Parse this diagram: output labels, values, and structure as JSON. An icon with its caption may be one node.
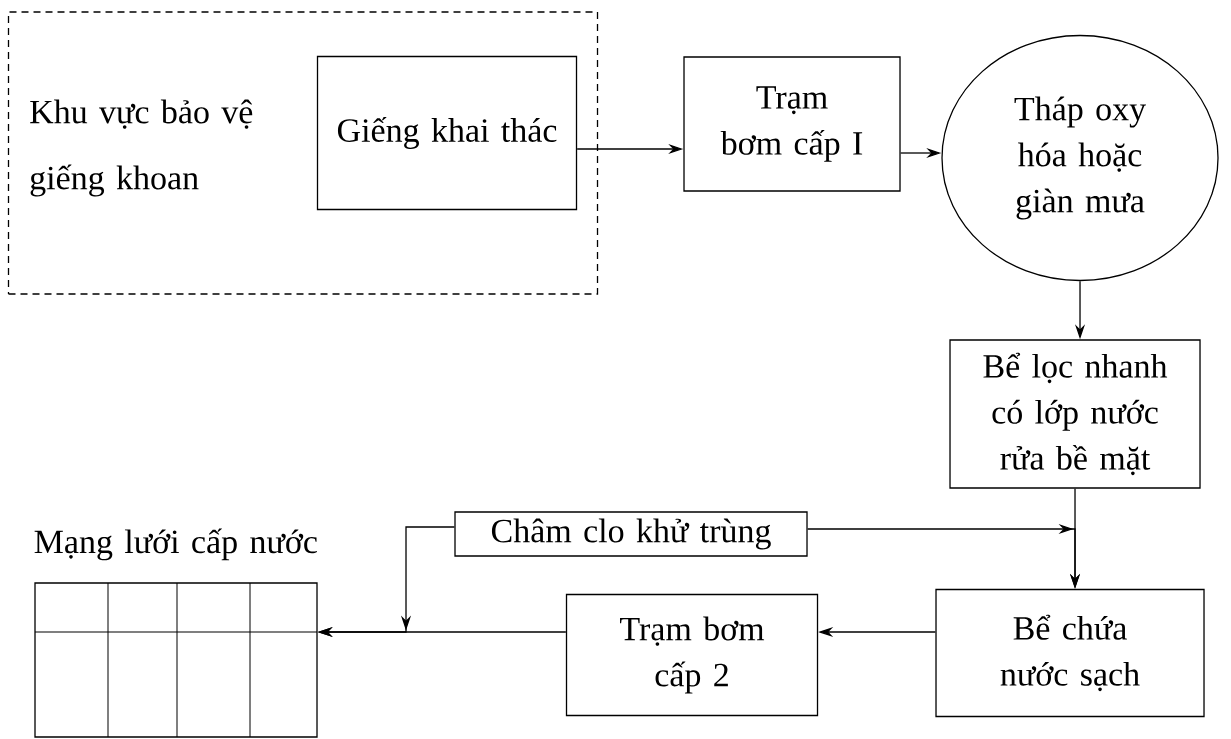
{
  "diagram": {
    "nodes": [
      {
        "text": [
          "Khu vực bảo vệ giếng khoan"
        ]
      },
      {
        "text": [
          "Giếng khai thác"
        ],
        "in": 0
      },
      {
        "text": [
          "Trạm bơm cấp I"
        ]
      },
      {
        "text": [
          "Tháp oxy hóa hoặc giàn mưa"
        ]
      },
      {
        "text": [
          "Bể lọc nhanh có lớp nước rửa bề mặt"
        ]
      },
      {
        "text": [
          "Châm clo khử trùng"
        ]
      },
      {
        "text": [
          "Bể chứa nước sạch"
        ]
      },
      {
        "text": [
          "Trạm bơm cấp 2"
        ]
      },
      {
        "text": [
          "Mạng lưới cấp nước"
        ]
      }
    ],
    "edges": [
      {
        "from": 1,
        "to": 2,
        "arrow": "to"
      },
      {
        "from": 2,
        "to": 3,
        "arrow": "to"
      },
      {
        "from": 3,
        "to": 4,
        "arrow": "to"
      },
      {
        "from": 4,
        "to": 6,
        "arrow": "to"
      },
      {
        "from": 5,
        "to": 6,
        "arrow": "to"
      },
      {
        "from": 6,
        "to": 7,
        "arrow": "to"
      },
      {
        "from": 7,
        "to": 8,
        "arrow": "to"
      },
      {
        "from": 5,
        "to": 8,
        "arrow": "to"
      }
    ]
  }
}
